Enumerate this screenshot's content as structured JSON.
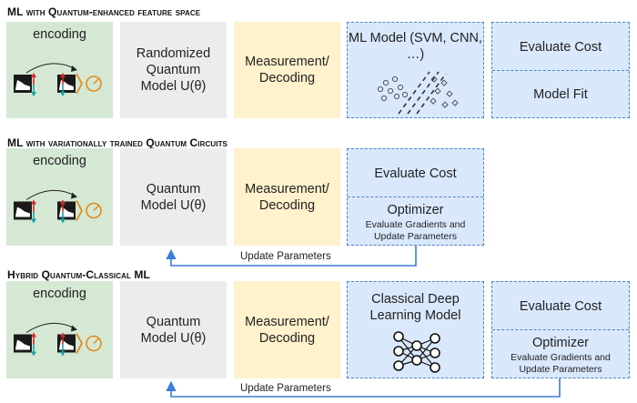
{
  "sections": [
    {
      "title": "ML with Quantum-enhanced feature space",
      "encoding": "encoding",
      "model": "Randomized Quantum Model U(θ)",
      "measurement": "Measurement/ Decoding",
      "ml_model": "ML Model (SVM, CNN, …)",
      "right_top": "Evaluate Cost",
      "right_bottom": "Model Fit"
    },
    {
      "title": "ML with variationally trained Quantum Circuits",
      "encoding": "encoding",
      "model": "Quantum Model U(θ)",
      "measurement": "Measurement/ Decoding",
      "cost": "Evaluate Cost",
      "optimizer": "Optimizer",
      "optimizer_sub": "Evaluate Gradients and Update Parameters",
      "update": "Update Parameters"
    },
    {
      "title": "Hybrid Quantum-Classical ML",
      "encoding": "encoding",
      "model": "Quantum Model U(θ)",
      "measurement": "Measurement/ Decoding",
      "classical": "Classical Deep Learning Model",
      "cost": "Evaluate Cost",
      "optimizer": "Optimizer",
      "optimizer_sub": "Evaluate Gradients and Update Parameters",
      "update": "Update Parameters"
    }
  ],
  "colors": {
    "encoding": "#d5e8d4",
    "quantum": "#ececec",
    "measurement": "#fff2cc",
    "classical": "#dae8fc",
    "arrow": "#3b7dd8"
  },
  "icons": [
    "shoe-image-icon",
    "transform-arrow-icon",
    "circle-output-icon",
    "scatter-separator-icon",
    "neural-network-icon"
  ]
}
